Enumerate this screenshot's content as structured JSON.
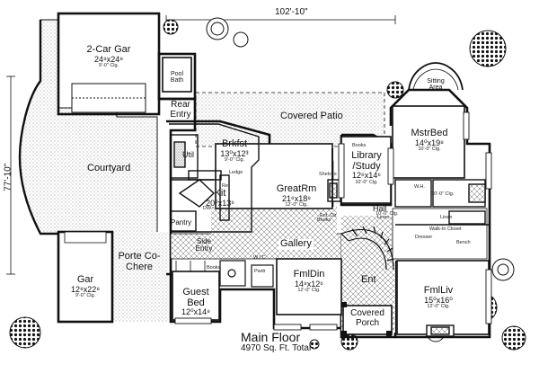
{
  "plan": {
    "overall_width": "102'-10\"",
    "overall_depth": "77'-10\"",
    "title": "Main Floor",
    "subtitle": "4970 Sq. Ft. Total"
  },
  "rooms": {
    "garage2": {
      "name": "2-Car Gar",
      "size": "24⁸x24⁸",
      "ceiling": "9'-0\" Clg."
    },
    "pool_bath": {
      "name": "Pool Bath"
    },
    "rear_entry": {
      "name": "Rear Entry"
    },
    "covered_patio": {
      "name": "Covered Patio"
    },
    "courtyard": {
      "name": "Courtyard"
    },
    "brkfst": {
      "name": "Brkfst",
      "size": "13⁰x12³"
    },
    "util": {
      "name": "Util"
    },
    "kit": {
      "name": "Kit",
      "size": "20⁰x13⁶"
    },
    "pantry": {
      "name": "Pantry"
    },
    "greatrm": {
      "name": "GreatRm",
      "size": "21⁶x18⁸",
      "ceiling": "12'-0\" Clg."
    },
    "library": {
      "name": "Library /Study",
      "size": "12⁶x14⁶",
      "ceiling": "10'-0\" Clg."
    },
    "sitting_area": {
      "name": "Sitting Area"
    },
    "mstrbed": {
      "name": "MstrBed",
      "size": "14⁰x19⁸",
      "ceiling": "10'-0\" Clg."
    },
    "hall": {
      "name": "Hall"
    },
    "gallery": {
      "name": "Gallery"
    },
    "gar1": {
      "name": "Gar",
      "size": "12⁸x22⁸",
      "ceiling": "9'-0\" Clg."
    },
    "porte_cochere": {
      "name": "Porte Co-Chere"
    },
    "side_entry": {
      "name": "Side Entry"
    },
    "guest_bed": {
      "name": "Guest Bed",
      "size": "12⁰x14⁸"
    },
    "fmldin": {
      "name": "FmlDin",
      "size": "14⁸x12⁶",
      "ceiling": "12'-0\" Clg."
    },
    "ent": {
      "name": "Ent"
    },
    "covered_porch": {
      "name": "Covered Porch"
    },
    "fmlliv": {
      "name": "FmlLiv",
      "size": "15⁰x16⁰",
      "ceiling": "12'-0\" Clg."
    }
  },
  "small_labels": {
    "books_lib": "Books",
    "books_din": "Books",
    "books_gal": "Books",
    "linen_hall": "Linen",
    "linen_mstr": "Linen",
    "walk_in_closet": "Walk-In Closet",
    "bench": "Bench",
    "dresser": "Dresser",
    "ent_ctr": "Ent. Ctr.",
    "ledge": "Ledge",
    "shelves": "Shelves",
    "wh": "W.H.",
    "pwdr": "Pwdr",
    "wic": "W.I.C.",
    "ref": "Ref",
    "dw": "DW",
    "clg_brk": "9'-0\" Clg.",
    "clg_hall": "10'-0\" Clg.",
    "clg_mstr": "10'-0\" Clg."
  }
}
